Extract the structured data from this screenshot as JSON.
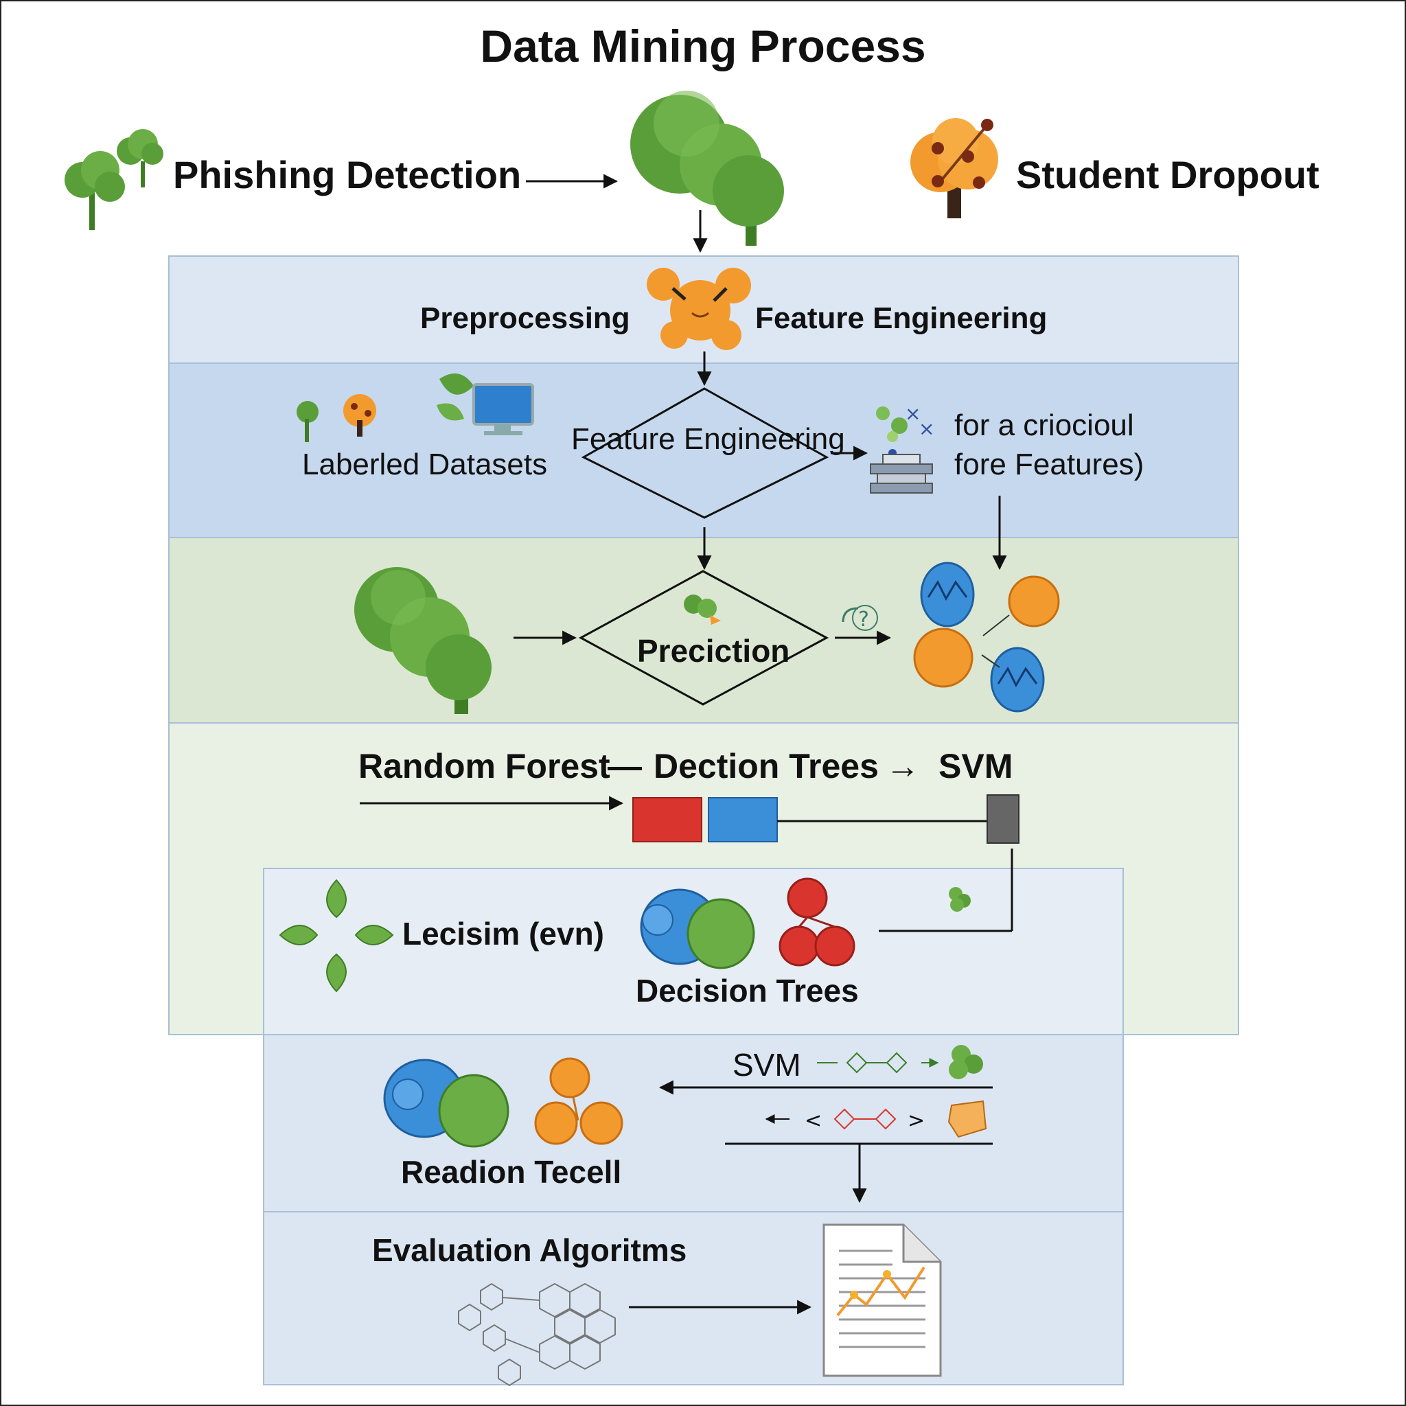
{
  "title": "Data Mining Process",
  "header": {
    "left_label": "Phishing Detection",
    "right_label": "Student Dropout"
  },
  "preprocessing": {
    "left_label": "Preprocessing",
    "right_label": "Feature Engineering"
  },
  "features": {
    "datasets_label": "Laberled Datasets",
    "diamond_label": "Feature Engineering",
    "right_label_line1": "for a criocioul",
    "right_label_line2": "fore Features)"
  },
  "prediction": {
    "diamond_label": "Preciction"
  },
  "algorithms": {
    "random_forest": "Random Forest",
    "dash": "—",
    "decision_trees": "Dection Trees",
    "arrow": "→",
    "svm": "SVM"
  },
  "inner": {
    "lecisim_label": "Lecisim (evn)",
    "decision_trees_label": "Decision Trees"
  },
  "svm_section": {
    "svm_label": "SVM",
    "readion_label": "Readion Tecell"
  },
  "evaluation": {
    "label": "Evaluation Algoritms"
  },
  "colors": {
    "band_blue_light": "#dde7f3",
    "band_blue_mid": "#c4d6ec",
    "band_green": "#dfe9d6",
    "band_green_light": "#e8efe2",
    "tree_green": "#5a9e3a",
    "orange": "#f29a2e",
    "blue": "#3b8fd9",
    "red": "#d9352e"
  }
}
